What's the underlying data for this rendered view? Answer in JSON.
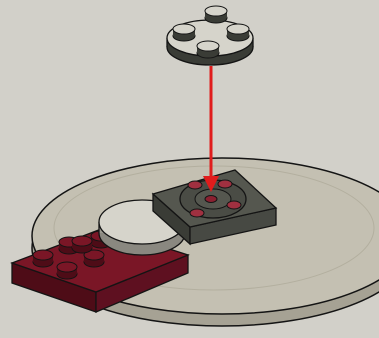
{
  "colors": {
    "background": "#dcdad3",
    "turntable": "#c4c0b2",
    "turntable_edge": "#a6a294",
    "dark_red": "#7a1626",
    "dark_red_side": "#4e0c17",
    "dark_gray": "#55574f",
    "dark_gray_side": "#3a3c36",
    "light_stone": "#cfcdc3",
    "arrow": "#e01c1c",
    "outline": "#141414"
  },
  "parts": {
    "round_plate_icon": "round-plate-2x2",
    "turntable_icon": "turntable-base",
    "red_plate_icon": "plate-red-2x6",
    "gray_plate_icon": "plate-gray-2x2-turntable",
    "tile_icon": "round-tile-2x2",
    "arrow_icon": "placement-arrow"
  }
}
